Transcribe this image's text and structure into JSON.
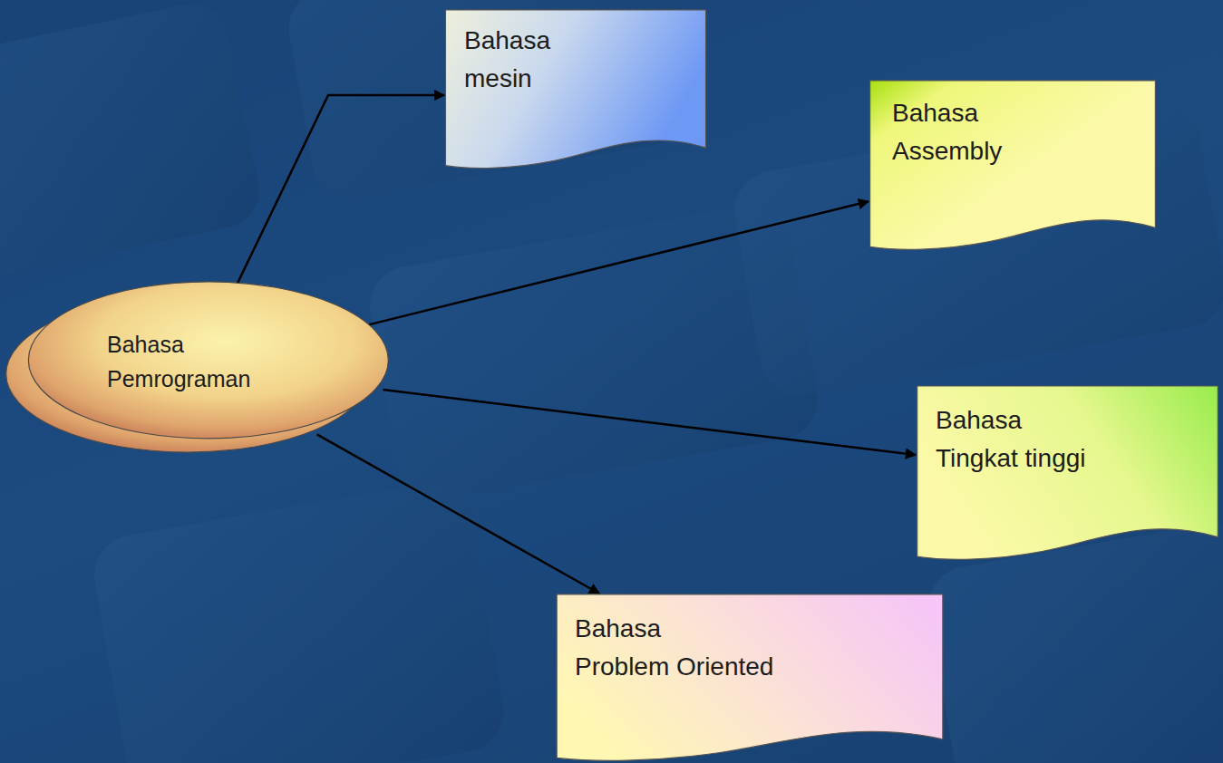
{
  "diagram": {
    "nodes": [
      {
        "text": [
          "Bahasa Pemrograman"
        ]
      },
      {
        "text": [
          "Bahasa mesin"
        ]
      },
      {
        "text": [
          "Bahasa Assembly"
        ]
      },
      {
        "text": [
          "Bahasa Tingkat tinggi"
        ]
      },
      {
        "text": [
          "Bahasa Problem Oriented"
        ]
      }
    ],
    "edges": [
      {
        "from": 0,
        "to": 1,
        "arrow": "to"
      },
      {
        "from": 0,
        "to": 2,
        "arrow": "to"
      },
      {
        "from": 0,
        "to": 3,
        "arrow": "to"
      },
      {
        "from": 0,
        "to": 4,
        "arrow": "to"
      }
    ]
  }
}
